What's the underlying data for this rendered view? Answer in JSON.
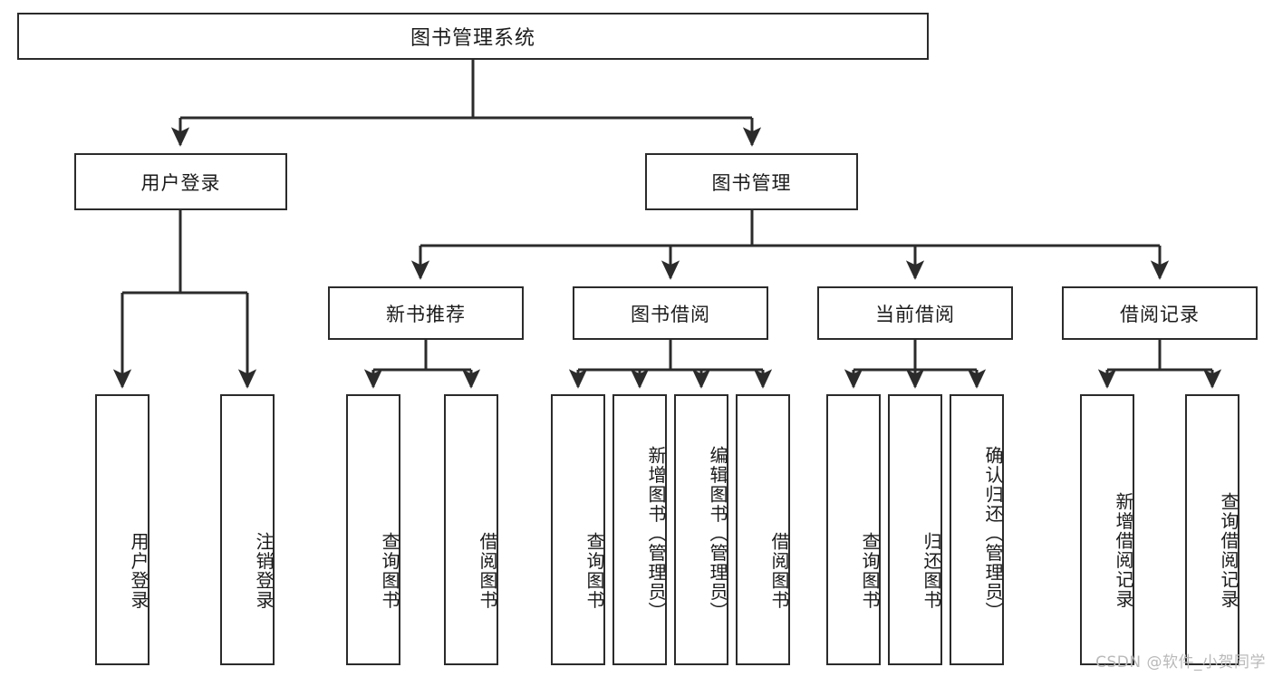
{
  "diagram": {
    "title_node": {
      "label": "图书管理系统"
    },
    "watermark": "CSDN @软件_小贺同学",
    "colors": {
      "box_border": "#2b2b2b",
      "box_fill": "#ffffff",
      "edge": "#2b2b2b",
      "text": "#1b1b1b",
      "watermark": "#b9b9b9"
    },
    "levels": {
      "level1": [
        {
          "id": "root",
          "label": "图书管理系统"
        }
      ],
      "level2": [
        {
          "id": "user-login",
          "label": "用户登录"
        },
        {
          "id": "book-manage",
          "label": "图书管理"
        }
      ],
      "level3": [
        {
          "id": "new-book-rec",
          "label": "新书推荐",
          "parent": "book-manage"
        },
        {
          "id": "book-borrow",
          "label": "图书借阅",
          "parent": "book-manage"
        },
        {
          "id": "current-borrow",
          "label": "当前借阅",
          "parent": "book-manage"
        },
        {
          "id": "borrow-record",
          "label": "借阅记录",
          "parent": "book-manage"
        }
      ],
      "level4": [
        {
          "id": "leaf-user-login",
          "label": "用户登录",
          "parent": "user-login"
        },
        {
          "id": "leaf-user-logout",
          "label": "注销登录",
          "parent": "user-login"
        },
        {
          "id": "leaf-query-book-1",
          "label": "查询图书",
          "parent": "new-book-rec"
        },
        {
          "id": "leaf-borrow-book-1",
          "label": "借阅图书",
          "parent": "new-book-rec"
        },
        {
          "id": "leaf-query-book-2",
          "label": "查询图书",
          "parent": "book-borrow"
        },
        {
          "id": "leaf-add-book",
          "label": "新增图书（管理员）",
          "parent": "book-borrow"
        },
        {
          "id": "leaf-edit-book",
          "label": "编辑图书（管理员）",
          "parent": "book-borrow"
        },
        {
          "id": "leaf-borrow-book-2",
          "label": "借阅图书",
          "parent": "book-borrow"
        },
        {
          "id": "leaf-query-book-3",
          "label": "查询图书",
          "parent": "current-borrow"
        },
        {
          "id": "leaf-return-book",
          "label": "归还图书",
          "parent": "current-borrow"
        },
        {
          "id": "leaf-confirm-return",
          "label": "确认归还（管理员）",
          "parent": "current-borrow"
        },
        {
          "id": "leaf-add-record",
          "label": "新增借阅记录",
          "parent": "borrow-record"
        },
        {
          "id": "leaf-query-record",
          "label": "查询借阅记录",
          "parent": "borrow-record"
        }
      ]
    }
  }
}
